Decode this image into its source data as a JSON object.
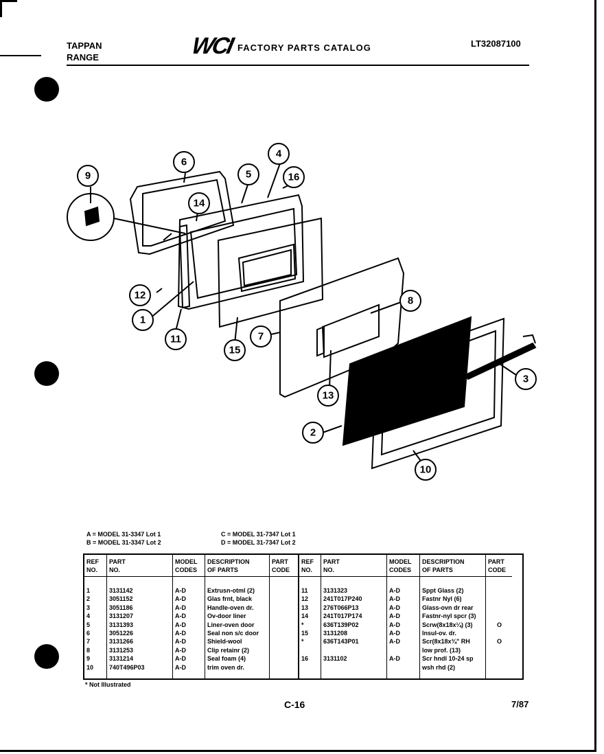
{
  "header": {
    "brand_line1": "TAPPAN",
    "brand_line2": "RANGE",
    "logo": "WCI",
    "catalog_title": "FACTORY PARTS CATALOG",
    "catalog_number": "LT32087100"
  },
  "callouts": [
    "1",
    "2",
    "3",
    "4",
    "5",
    "6",
    "7",
    "8",
    "9",
    "10",
    "11",
    "12",
    "13",
    "14",
    "15",
    "16"
  ],
  "models": [
    {
      "letter": "A",
      "text": "A  =  MODEL 31-3347  Lot 1"
    },
    {
      "letter": "B",
      "text": "B  =  MODEL 31-3347  Lot 2"
    },
    {
      "letter": "C",
      "text": "C  =  MODEL 31-7347  Lot 1"
    },
    {
      "letter": "D",
      "text": "D  =  MODEL 31-7347  Lot 2"
    }
  ],
  "table": {
    "headers": {
      "ref": "REF\nNO.",
      "part": "PART\nNO.",
      "model": "MODEL\nCODES",
      "desc": "DESCRIPTION\nOF PARTS",
      "code": "PART\nCODE"
    },
    "left_rows": [
      {
        "ref": "1",
        "part": "3131142",
        "model": "A-D",
        "desc": "Extrusn-otml (2)",
        "code": ""
      },
      {
        "ref": "2",
        "part": "3051152",
        "model": "A-D",
        "desc": "Glas frnt, black",
        "code": ""
      },
      {
        "ref": "3",
        "part": "3051186",
        "model": "A-D",
        "desc": "Handle-oven dr.",
        "code": ""
      },
      {
        "ref": "4",
        "part": "3131207",
        "model": "A-D",
        "desc": "Ov-door liner",
        "code": ""
      },
      {
        "ref": "5",
        "part": "3131393",
        "model": "A-D",
        "desc": "Liner-oven door",
        "code": ""
      },
      {
        "ref": "6",
        "part": "3051226",
        "model": "A-D",
        "desc": "Seal non s/c door",
        "code": ""
      },
      {
        "ref": "7",
        "part": "3131266",
        "model": "A-D",
        "desc": "Shield-wool",
        "code": ""
      },
      {
        "ref": "8",
        "part": "3131253",
        "model": "A-D",
        "desc": "Clip retainr (2)",
        "code": ""
      },
      {
        "ref": "9",
        "part": "3131214",
        "model": "A-D",
        "desc": "Seal foam (4)",
        "code": ""
      },
      {
        "ref": "10",
        "part": "740T496P03",
        "model": "A-D",
        "desc": "trim oven dr.",
        "code": ""
      }
    ],
    "right_rows": [
      {
        "ref": "11",
        "part": "3131323",
        "model": "A-D",
        "desc": "Sppt Glass (2)",
        "code": ""
      },
      {
        "ref": "12",
        "part": "241T017P240",
        "model": "A-D",
        "desc": "Fastnr Nyl (6)",
        "code": ""
      },
      {
        "ref": "13",
        "part": "276T066P13",
        "model": "A-D",
        "desc": "Glass-ovn dr rear",
        "code": ""
      },
      {
        "ref": "14",
        "part": "241T017P174",
        "model": "A-D",
        "desc": "Fastnr-nyl spcr (3)",
        "code": ""
      },
      {
        "ref": "*",
        "part": "636T139P02",
        "model": "A-D",
        "desc": "Scrw(8x18x¼) (3)",
        "code": "O"
      },
      {
        "ref": "15",
        "part": "3131208",
        "model": "A-D",
        "desc": "Insul-ov. dr.",
        "code": ""
      },
      {
        "ref": "*",
        "part": "636T143P01",
        "model": "A-D",
        "desc": "Scr(8x18x¾\" RH",
        "code": "O"
      },
      {
        "ref": "",
        "part": "",
        "model": "",
        "desc": "low prof. (13)",
        "code": ""
      },
      {
        "ref": "16",
        "part": "3131102",
        "model": "A-D",
        "desc": "Scr hndl 10-24 sp",
        "code": ""
      },
      {
        "ref": "",
        "part": "",
        "model": "",
        "desc": "wsh rhd (2)",
        "code": ""
      }
    ]
  },
  "footer": {
    "footnote": "* Not Illustrated",
    "page": "C-16",
    "date": "7/87"
  }
}
